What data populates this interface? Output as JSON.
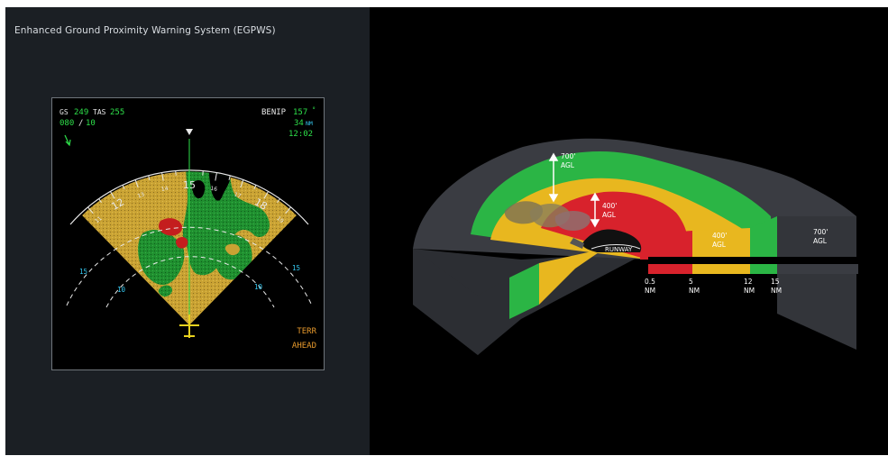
{
  "left_panel": {
    "title": "Enhanced Ground Proximity Warning System (EGPWS)"
  },
  "nd": {
    "gs_label": "GS",
    "gs_value": "249",
    "tas_label": "TAS",
    "tas_value": "255",
    "wind_dir": "080",
    "wind_sep": "/",
    "wind_speed": "10",
    "waypoint": "BENIP",
    "bearing": "157",
    "bearing_unit": "°",
    "distance": "34",
    "distance_unit": "NM",
    "time": "12:02",
    "compass_labels": [
      "11",
      "12",
      "13",
      "14",
      "15",
      "16",
      "17",
      "18",
      "19"
    ],
    "range_outer_left": "15",
    "range_inner_left": "10",
    "range_outer_right": "15",
    "range_inner_right": "10",
    "alert_line1": "TERR",
    "alert_line2": "AHEAD",
    "colors": {
      "green": "#2ee04a",
      "cyan": "#35c8f0",
      "amber": "#e89a2c",
      "yellow": "#e8d21e",
      "terrain_yellow": "#c9a233",
      "terrain_green": "#1f8f2f",
      "terrain_red": "#c41e1e"
    }
  },
  "diagram": {
    "labels": {
      "green_zone_height": [
        "700'",
        "AGL"
      ],
      "red_zone_height": [
        "400'",
        "AGL"
      ],
      "runway": "RUNWAY",
      "cut_yellow": [
        "400'",
        "AGL"
      ],
      "cut_gray": [
        "700'",
        "AGL"
      ]
    },
    "scale_labels": [
      {
        "value": "0.5",
        "unit": "NM"
      },
      {
        "value": "5",
        "unit": "NM"
      },
      {
        "value": "12",
        "unit": "NM"
      },
      {
        "value": "15",
        "unit": "NM"
      }
    ],
    "colors": {
      "gray": "#3a3c42",
      "gray_side": "#2c2e33",
      "green": "#2bb545",
      "yellow": "#e8b71f",
      "red": "#d8222c",
      "runway": "#111111"
    }
  }
}
